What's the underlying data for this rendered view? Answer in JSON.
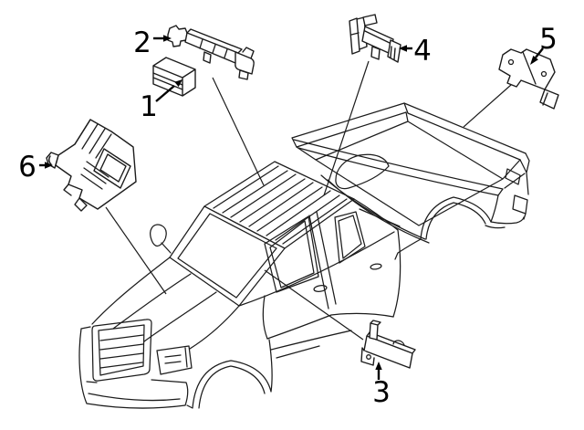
{
  "diagram": {
    "background_color": "#ffffff",
    "line_color": "#1c1c1c",
    "label_color": "#000000"
  },
  "callouts": [
    {
      "number": "1"
    },
    {
      "number": "2"
    },
    {
      "number": "3"
    },
    {
      "number": "4"
    },
    {
      "number": "5"
    },
    {
      "number": "6"
    }
  ]
}
